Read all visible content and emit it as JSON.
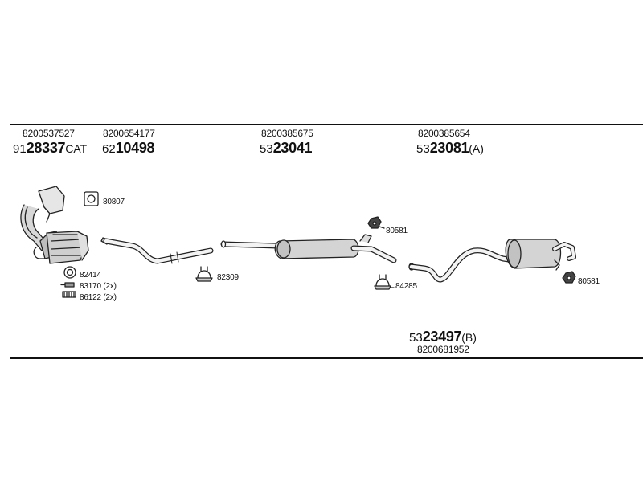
{
  "assembly_top": [
    {
      "oem": "8200537527",
      "code_prefix": "91",
      "code_main": "28337",
      "code_suffix": "CAT"
    },
    {
      "oem": "8200654177",
      "code_prefix": "62",
      "code_main": "10498",
      "code_suffix": ""
    },
    {
      "oem": "8200385675",
      "code_prefix": "53",
      "code_main": "23041",
      "code_suffix": ""
    },
    {
      "oem": "8200385654",
      "code_prefix": "53",
      "code_main": "23081",
      "code_suffix": "(A)"
    }
  ],
  "assembly_bottom": {
    "oem": "8200681952",
    "code_prefix": "53",
    "code_main": "23497",
    "code_suffix": "(B)"
  },
  "parts": {
    "gasket_top": "80807",
    "gasket_small": "82414",
    "nut": "83170 (2x)",
    "bolt": "86122 (2x)",
    "clamp_front": "82309",
    "clamp_rear": "84285",
    "hanger_middle": "80581",
    "hanger_rear": "80581"
  }
}
